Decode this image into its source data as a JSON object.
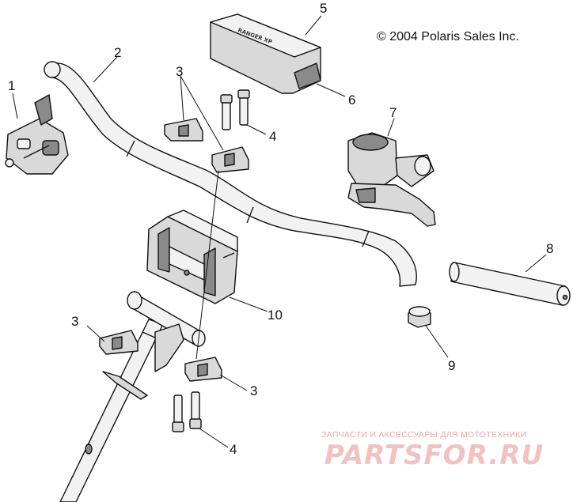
{
  "copyright": "© 2004 Polaris Sales Inc.",
  "pad_brand": "RANGER XP",
  "watermark": {
    "tagline": "ЗАПЧАСТИ И АКСЕССУАРЫ ДЛЯ МОТОТЕХНИКИ",
    "brand": "PARTSFOR.RU"
  },
  "callouts": {
    "c1": "1",
    "c2": "2",
    "c3a": "3",
    "c3b": "3",
    "c3c": "3",
    "c4a": "4",
    "c4b": "4",
    "c5": "5",
    "c6": "6",
    "c7": "7",
    "c8": "8",
    "c9": "9",
    "c10": "10"
  }
}
